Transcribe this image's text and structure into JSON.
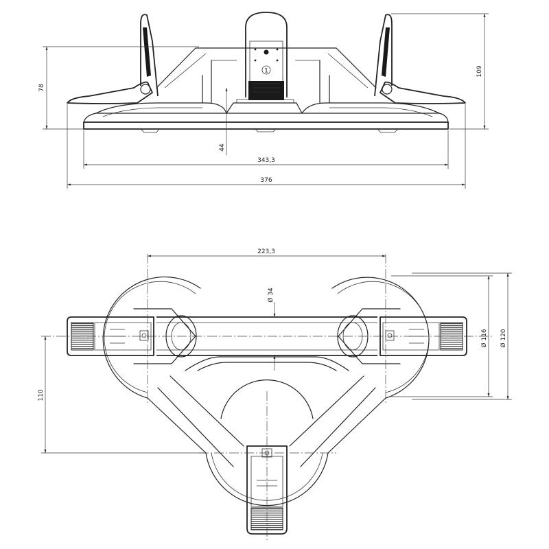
{
  "side_view": {
    "dim_total_width": "376",
    "dim_base_width": "343,3",
    "dim_height": "109",
    "dim_lever_height": "78",
    "dim_base_height": "44",
    "badge_number": "1"
  },
  "top_view": {
    "dim_cup_spacing": "223,3",
    "dim_bar_dia": "Ø 34",
    "dim_cup_inner_dia": "Ø 116",
    "dim_cup_outer_dia": "Ø 120",
    "dim_depth": "110"
  }
}
